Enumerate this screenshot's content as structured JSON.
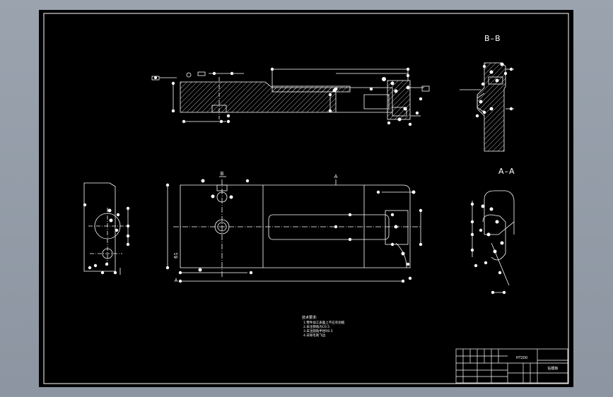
{
  "sections": {
    "bb": "B–B",
    "aa": "A–A"
  },
  "markers": {
    "b": "B",
    "a": "A"
  },
  "dims": {
    "width": "61"
  },
  "notes": {
    "heading": "技术要求:",
    "lines": [
      "1.零件加工表面上不应有划痕",
      "2.未注倒角为C0.5",
      "3.未注圆角半径R0.5",
      "4.去除毛刺飞边"
    ]
  },
  "title_block": {
    "material": "HT200",
    "part_name": "钻模板"
  },
  "colors": {
    "sheet": "#000000",
    "line": "#ffffff",
    "background": "#9aa3ae"
  }
}
